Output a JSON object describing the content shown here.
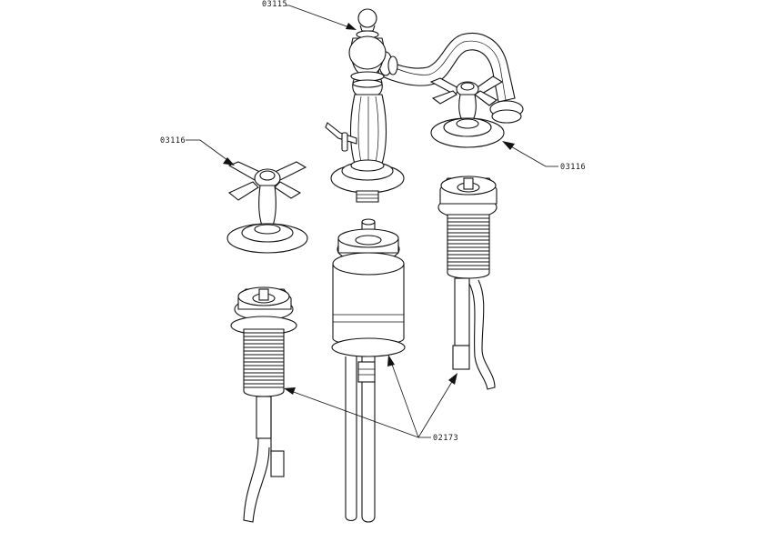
{
  "callouts": {
    "spout": "03115",
    "handle_left": "03116",
    "handle_right": "03116",
    "valves": "02173"
  },
  "icons": {
    "spout_assembly": "faucet-spout-icon",
    "cross_handle": "cross-handle-icon",
    "valve_body": "threaded-valve-icon"
  }
}
